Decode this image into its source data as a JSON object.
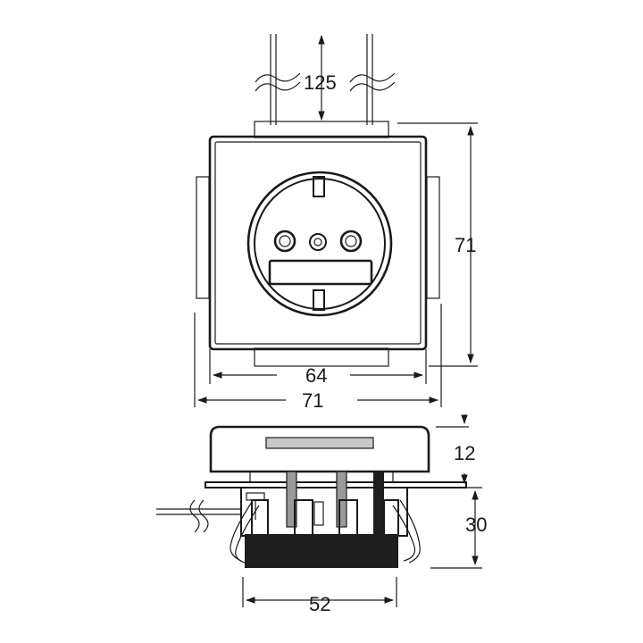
{
  "dimensions": {
    "wire_spacing": "125",
    "frame_height": "71",
    "cover_width": "64",
    "frame_width": "71",
    "cover_depth": "12",
    "insert_depth": "30",
    "base_width": "52"
  },
  "colors": {
    "line": "#1a1a1a",
    "background": "#ffffff",
    "label_window": "#c8c8c8",
    "plug_pin": "#9a9a9a",
    "base_block": "#1e1e1e"
  }
}
